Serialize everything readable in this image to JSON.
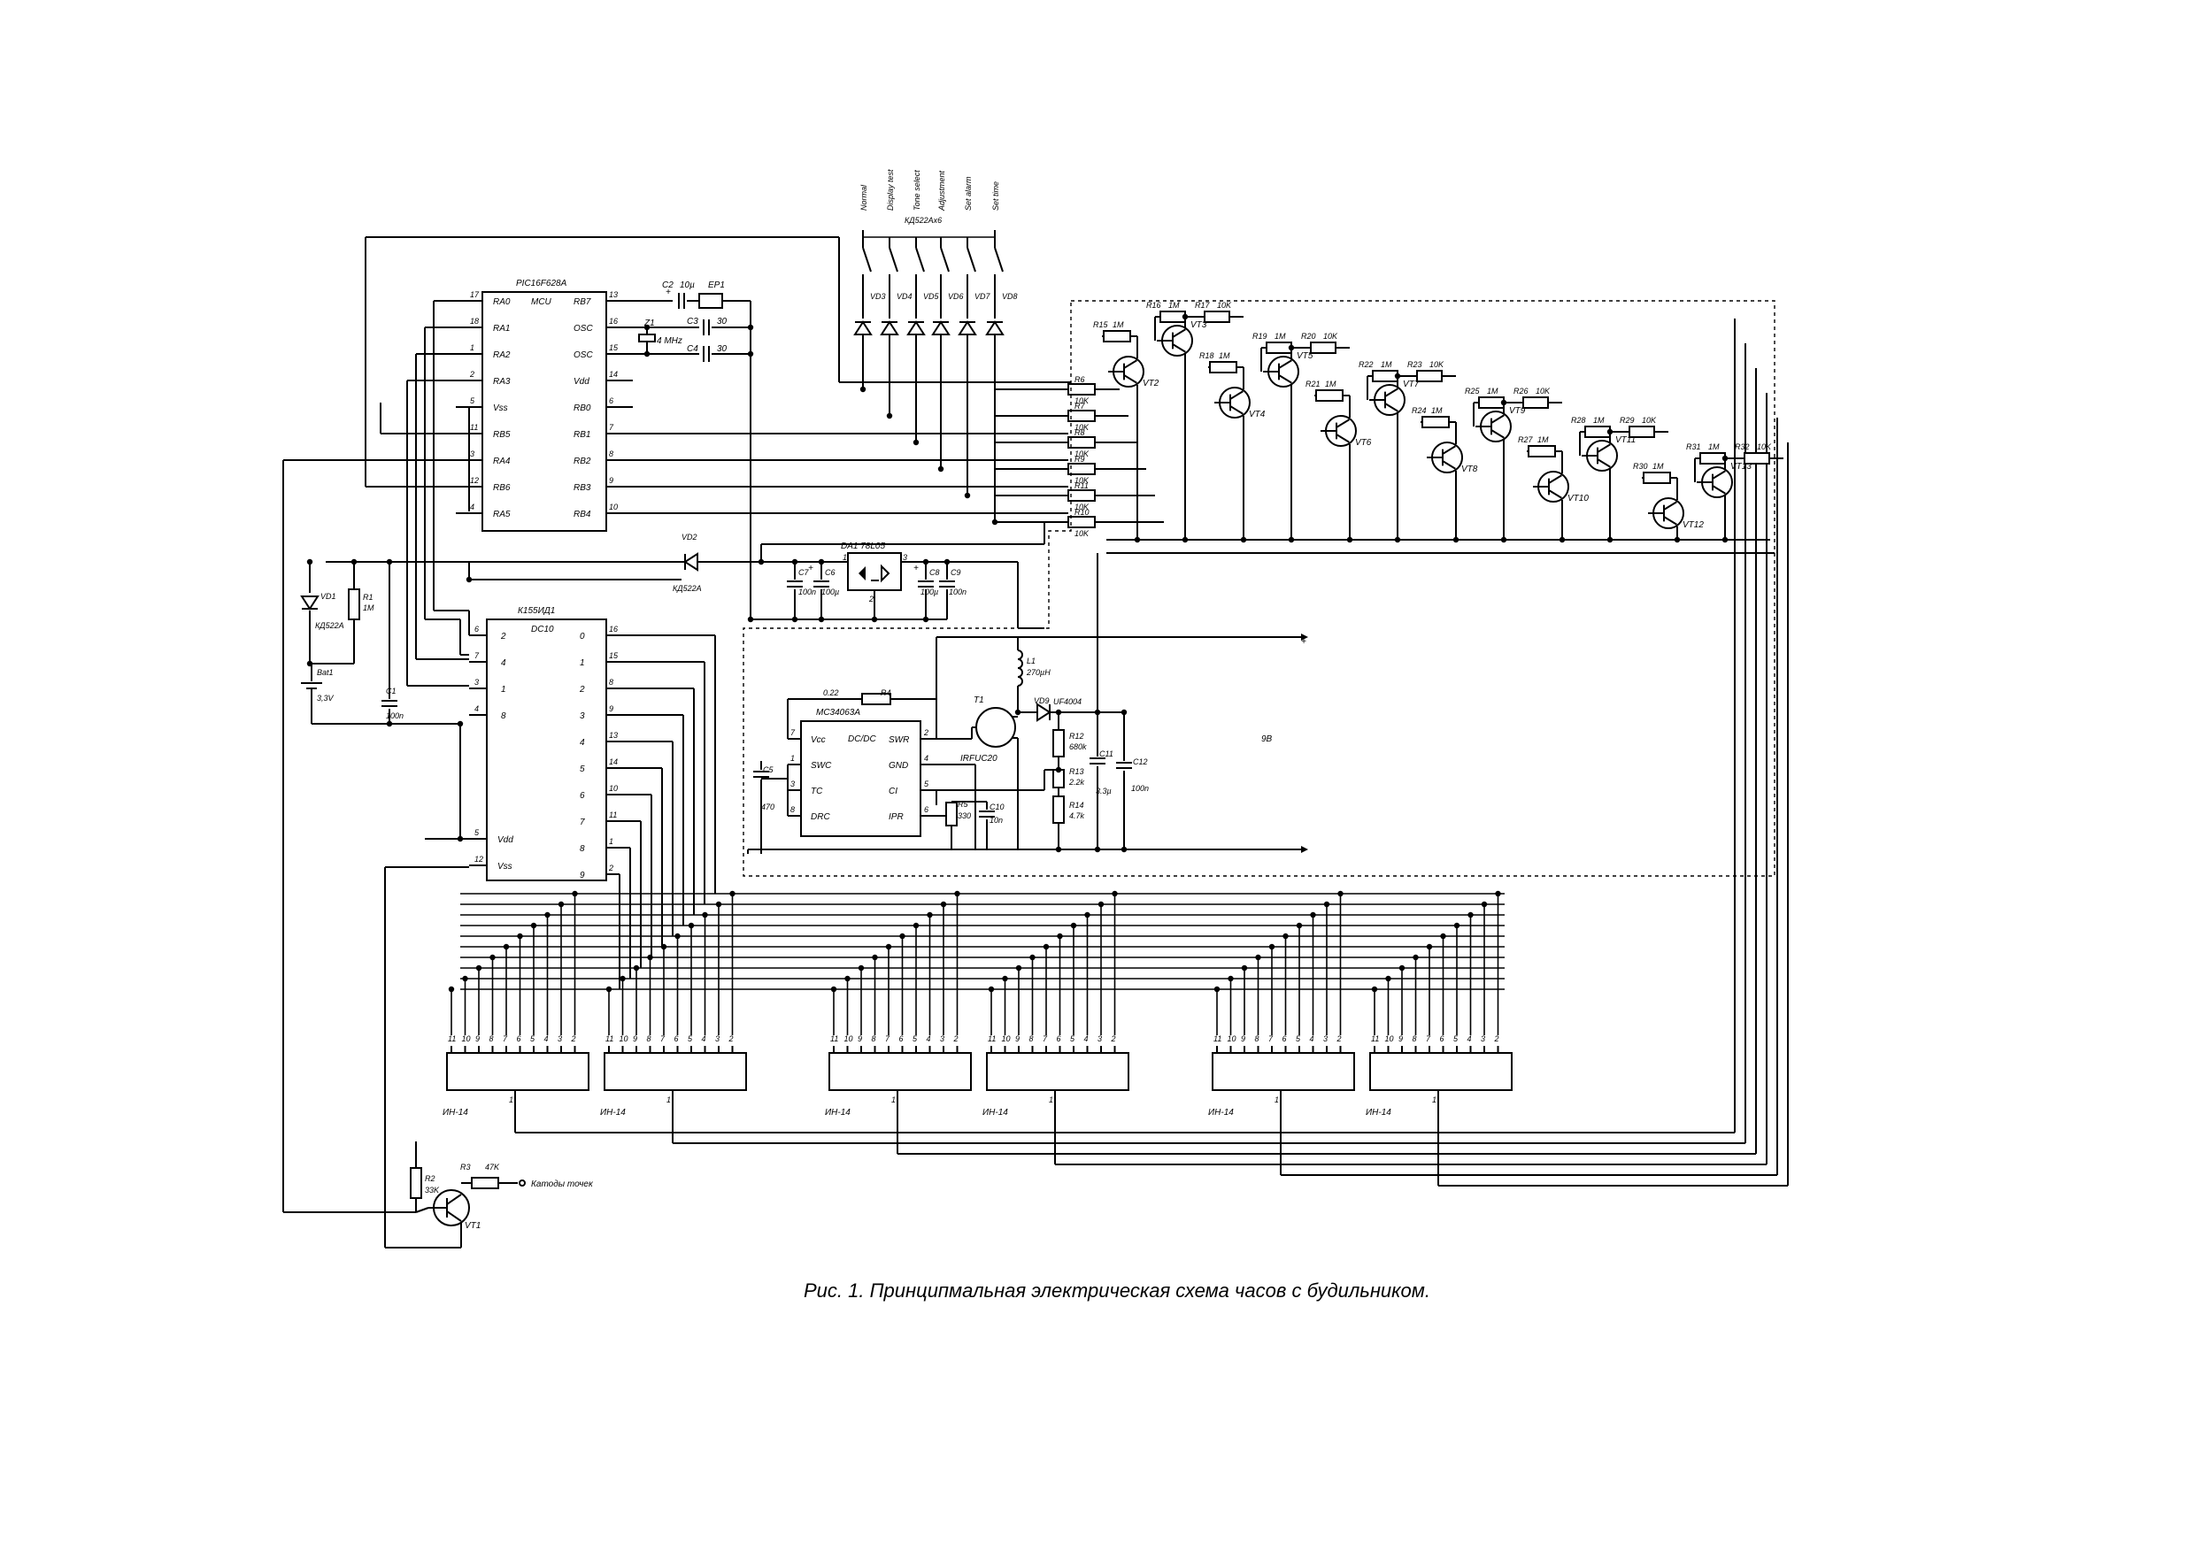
{
  "caption": "Рис. 1. Принципмальная электрическая схема часов с будильником.",
  "mode_switch": {
    "labels": [
      "Normal",
      "Display test",
      "Tone select",
      "Adjustment",
      "Set alarm",
      "Set time"
    ],
    "diode_array": "КД522Ах6",
    "diodes": [
      "VD3",
      "VD4",
      "VD5",
      "VD6",
      "VD7",
      "VD8"
    ]
  },
  "mcu": {
    "part": "PIC16F628A",
    "core": "MCU",
    "left_pins": [
      {
        "num": "17",
        "name": "RA0"
      },
      {
        "num": "18",
        "name": "RA1"
      },
      {
        "num": "1",
        "name": "RA2"
      },
      {
        "num": "2",
        "name": "RA3"
      },
      {
        "num": "5",
        "name": "Vss"
      },
      {
        "num": "11",
        "name": "RB5"
      },
      {
        "num": "3",
        "name": "RA4"
      },
      {
        "num": "12",
        "name": "RB6"
      },
      {
        "num": "4",
        "name": "RA5"
      }
    ],
    "right_pins": [
      {
        "num": "13",
        "name": "RB7"
      },
      {
        "num": "16",
        "name": "OSC"
      },
      {
        "num": "15",
        "name": "OSC"
      },
      {
        "num": "14",
        "name": "Vdd"
      },
      {
        "num": "6",
        "name": "RB0"
      },
      {
        "num": "7",
        "name": "RB1"
      },
      {
        "num": "8",
        "name": "RB2"
      },
      {
        "num": "9",
        "name": "RB3"
      },
      {
        "num": "10",
        "name": "RB4"
      }
    ]
  },
  "oscillator": {
    "c2": "C2",
    "c2_val": "10µ",
    "ep1": "EP1",
    "c3": "C3",
    "c3_val": "30",
    "c4": "C4",
    "c4_val": "30",
    "z1": "Z1",
    "z1_val": "4 MHz"
  },
  "decoder": {
    "part": "К155ИД1",
    "core": "DC10",
    "left_pins": [
      {
        "num": "6",
        "name": "2"
      },
      {
        "num": "7",
        "name": "4"
      },
      {
        "num": "3",
        "name": "1"
      },
      {
        "num": "4",
        "name": "8"
      }
    ],
    "power_pins": [
      {
        "num": "5",
        "name": "Vdd"
      },
      {
        "num": "12",
        "name": "Vss"
      }
    ],
    "right_pins": [
      {
        "num": "16",
        "name": "0"
      },
      {
        "num": "15",
        "name": "1"
      },
      {
        "num": "8",
        "name": "2"
      },
      {
        "num": "9",
        "name": "3"
      },
      {
        "num": "13",
        "name": "4"
      },
      {
        "num": "14",
        "name": "5"
      },
      {
        "num": "10",
        "name": "6"
      },
      {
        "num": "11",
        "name": "7"
      },
      {
        "num": "1",
        "name": "8"
      },
      {
        "num": "2",
        "name": "9"
      }
    ]
  },
  "power": {
    "vd1": "VD1",
    "vd1_type": "КД522А",
    "r1": "R1",
    "r1_val": "1M",
    "bat": "Bat1",
    "bat_val": "3,3V",
    "c1": "C1",
    "c1_val": "100n",
    "vd2": "VD2",
    "vd2_type": "КД522А",
    "da1": "DA1 78L05",
    "da1_pins": [
      "1",
      "3",
      "2"
    ],
    "c7": "C7",
    "c7_val": "100n",
    "c6": "C6",
    "c6_val": "100µ",
    "c8": "C8",
    "c8_val": "100µ",
    "c9": "C9",
    "c9_val": "100n"
  },
  "boost": {
    "part": "MC34063A",
    "r4": "R4",
    "r4_val": "0.22",
    "pins_left": [
      {
        "num": "7",
        "name": "Vcc"
      },
      {
        "num": "1",
        "name": "SWC"
      },
      {
        "num": "3",
        "name": "TC"
      },
      {
        "num": "8",
        "name": "DRC"
      }
    ],
    "pins_right": [
      {
        "num": "2",
        "name": "SWR"
      },
      {
        "num": "4",
        "name": "GND"
      },
      {
        "num": "5",
        "name": "CI"
      },
      {
        "num": "6",
        "name": "IPR"
      }
    ],
    "core": "DC/DC",
    "c5": "C5",
    "c5_val": "470",
    "r5": "R5",
    "r5_val": "330",
    "c10": "C10",
    "c10_val": "10n",
    "l1": "L1",
    "l1_val": "270µH",
    "t1": "T1",
    "t1_type": "IRFUC20",
    "vd9": "VD9",
    "vd9_type": "UF4004",
    "r12": "R12",
    "r12_val": "680k",
    "r13": "R13",
    "r13_val": "2.2k",
    "r14": "R14",
    "r14_val": "4.7k",
    "c11": "C11",
    "c11_val": "3.3µ",
    "c12": "C12",
    "c12_val": "100n",
    "out_label": "9B",
    "plus": "+"
  },
  "input_resistors": [
    {
      "name": "R6",
      "val": "10K"
    },
    {
      "name": "R7",
      "val": "10K"
    },
    {
      "name": "R8",
      "val": "10K"
    },
    {
      "name": "R9",
      "val": "10K"
    },
    {
      "name": "R11",
      "val": "10K"
    },
    {
      "name": "R10",
      "val": "10K"
    }
  ],
  "anode_stages": [
    {
      "rb": "R15",
      "rbv": "1M",
      "rl": "R16",
      "rlv": "1M",
      "rc": "R17",
      "rcv": "10K",
      "q1": "VT2",
      "q2": "VT3"
    },
    {
      "rb": "R18",
      "rbv": "1M",
      "rl": "R19",
      "rlv": "1M",
      "rc": "R20",
      "rcv": "10K",
      "q1": "VT4",
      "q2": "VT5"
    },
    {
      "rb": "R21",
      "rbv": "1M",
      "rl": "R22",
      "rlv": "1M",
      "rc": "R23",
      "rcv": "10K",
      "q1": "VT6",
      "q2": "VT7"
    },
    {
      "rb": "R24",
      "rbv": "1M",
      "rl": "R25",
      "rlv": "1M",
      "rc": "R26",
      "rcv": "10K",
      "q1": "VT8",
      "q2": "VT9"
    },
    {
      "rb": "R27",
      "rbv": "1M",
      "rl": "R28",
      "rlv": "1M",
      "rc": "R29",
      "rcv": "10K",
      "q1": "VT10",
      "q2": "VT11"
    },
    {
      "rb": "R30",
      "rbv": "1M",
      "rl": "R31",
      "rlv": "1M",
      "rc": "R32",
      "rcv": "10K",
      "q1": "VT12",
      "q2": "VT13"
    }
  ],
  "tubes": {
    "name": "ИН-14",
    "pins": [
      "11",
      "10",
      "9",
      "8",
      "7",
      "6",
      "5",
      "4",
      "3",
      "2"
    ],
    "anode_pin": "1"
  },
  "dots_driver": {
    "r2": "R2",
    "r2_val": "33K",
    "r3": "R3",
    "r3_val": "47K",
    "vt1": "VT1",
    "label": "Катоды точек"
  }
}
